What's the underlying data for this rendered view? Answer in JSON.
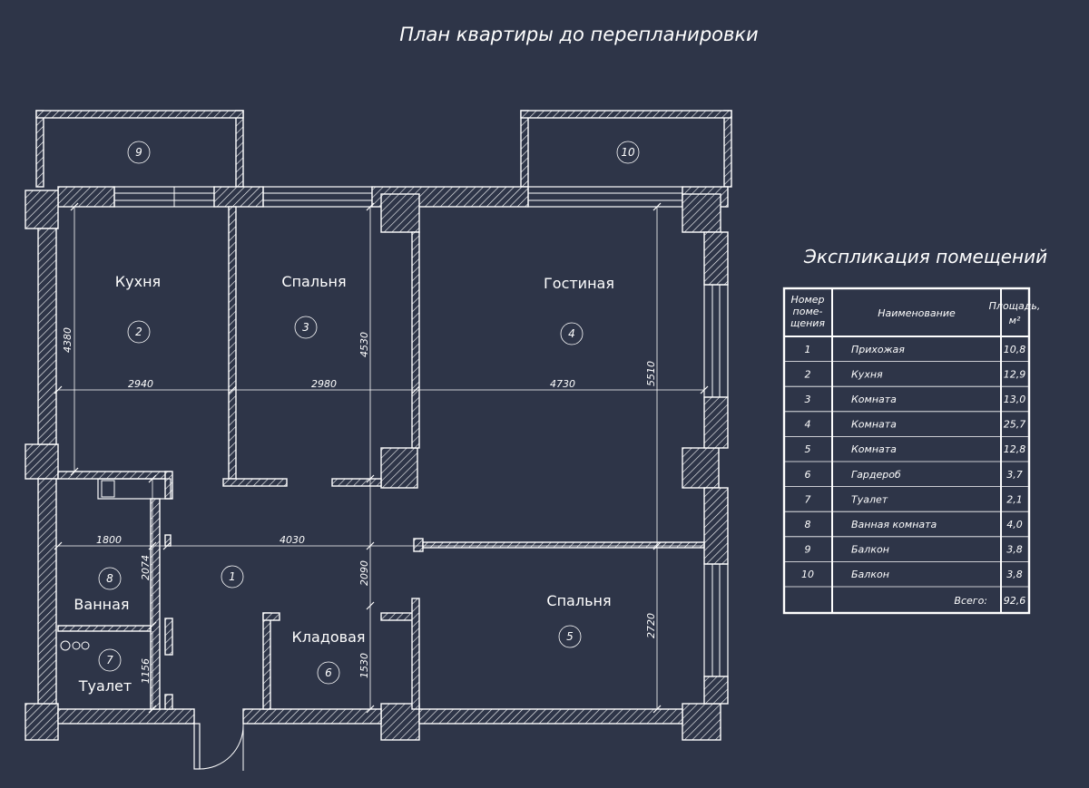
{
  "title": "План квартиры до перепланировки",
  "explication_title": "Экспликация помещений",
  "rooms": [
    {
      "label": "Кухня",
      "num": "2"
    },
    {
      "label": "Спальня",
      "num": "3"
    },
    {
      "label": "Гостиная",
      "num": "4"
    },
    {
      "label": "Ванная",
      "num": "8"
    },
    {
      "label": "Туалет",
      "num": "7"
    },
    {
      "label": "Кладовая",
      "num": "6"
    },
    {
      "label": "Спальня",
      "num": "5"
    },
    {
      "label": "",
      "num": "1"
    },
    {
      "label": "",
      "num": "9"
    },
    {
      "label": "",
      "num": "10"
    }
  ],
  "dimensions": [
    "2940",
    "2980",
    "4730",
    "4380",
    "4530",
    "5510",
    "1800",
    "4030",
    "2074",
    "2090",
    "2720",
    "1156",
    "1530"
  ],
  "table": {
    "headers": {
      "num": [
        "Номер",
        "поме-",
        "щения"
      ],
      "name": "Наименование",
      "area": [
        "Площадь,",
        "м²"
      ]
    },
    "rows": [
      {
        "num": "1",
        "name": "Прихожая",
        "area": "10,8"
      },
      {
        "num": "2",
        "name": "Кухня",
        "area": "12,9"
      },
      {
        "num": "3",
        "name": "Комната",
        "area": "13,0"
      },
      {
        "num": "4",
        "name": "Комната",
        "area": "25,7"
      },
      {
        "num": "5",
        "name": "Комната",
        "area": "12,8"
      },
      {
        "num": "6",
        "name": "Гардероб",
        "area": "3,7"
      },
      {
        "num": "7",
        "name": "Туалет",
        "area": "2,1"
      },
      {
        "num": "8",
        "name": "Ванная комната",
        "area": "4,0"
      },
      {
        "num": "9",
        "name": "Балкон",
        "area": "3,8"
      },
      {
        "num": "10",
        "name": "Балкон",
        "area": "3,8"
      }
    ],
    "total_label": "Всего:",
    "total_value": "92,6"
  }
}
